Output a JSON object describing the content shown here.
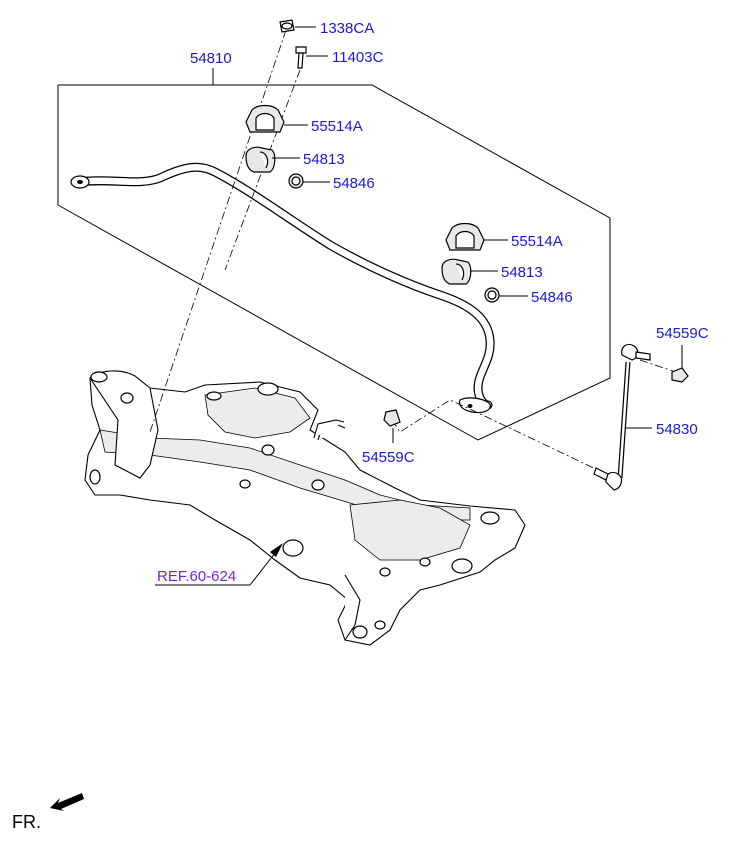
{
  "diagram": {
    "part_labels": {
      "nut_top": "1338CA",
      "bolt": "11403C",
      "assembly_group": "54810",
      "bracket_upper": "55514A",
      "bushing_upper": "54813",
      "collar_upper": "54846",
      "bracket_lower": "55514A",
      "bushing_lower": "54813",
      "collar_lower": "54846",
      "link_nut_right": "54559C",
      "link_nut_left": "54559C",
      "stabilizer_link": "54830"
    },
    "reference": "REF.60-624",
    "orientation": "FR.",
    "colors": {
      "part_number": "#1a1acc",
      "reference": "#7b1fd6",
      "linework": "#000000"
    }
  }
}
